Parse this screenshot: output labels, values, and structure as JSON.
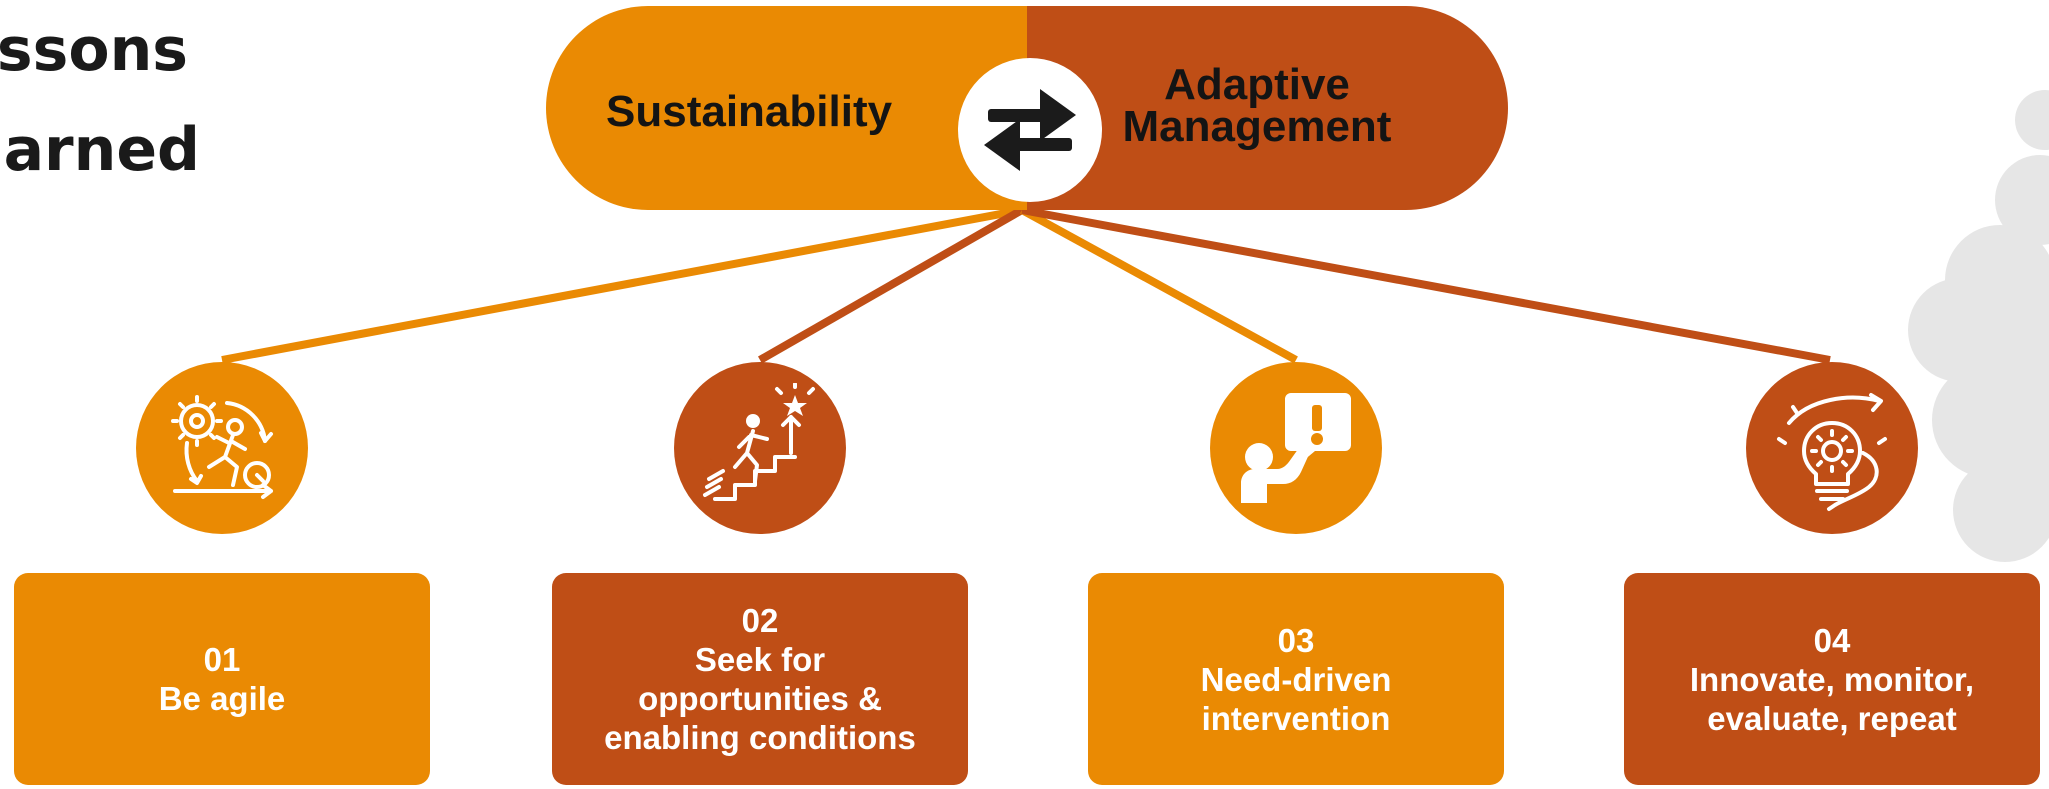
{
  "title": {
    "line1": "ssons",
    "line2": "arned"
  },
  "hub": {
    "left_label": "Sustainability",
    "right_label_line1": "Adaptive",
    "right_label_line2": "Management",
    "swap_icon": "swap-arrows-icon"
  },
  "colors": {
    "orange": "#ea8a03",
    "rust": "#bf4e16",
    "text_dark": "#141414",
    "cloud": "#e6e6e6"
  },
  "steps": [
    {
      "number": "01",
      "lines": [
        "Be agile"
      ],
      "icon": "agile-runner-icon",
      "color": "orange"
    },
    {
      "number": "02",
      "lines": [
        "Seek for",
        "opportunities &",
        "enabling conditions"
      ],
      "icon": "stairs-climber-icon",
      "color": "rust"
    },
    {
      "number": "03",
      "lines": [
        "Need-driven",
        "intervention"
      ],
      "icon": "alert-hand-icon",
      "color": "orange"
    },
    {
      "number": "04",
      "lines": [
        "Innovate, monitor,",
        "evaluate, repeat"
      ],
      "icon": "lightbulb-gear-icon",
      "color": "rust"
    }
  ]
}
